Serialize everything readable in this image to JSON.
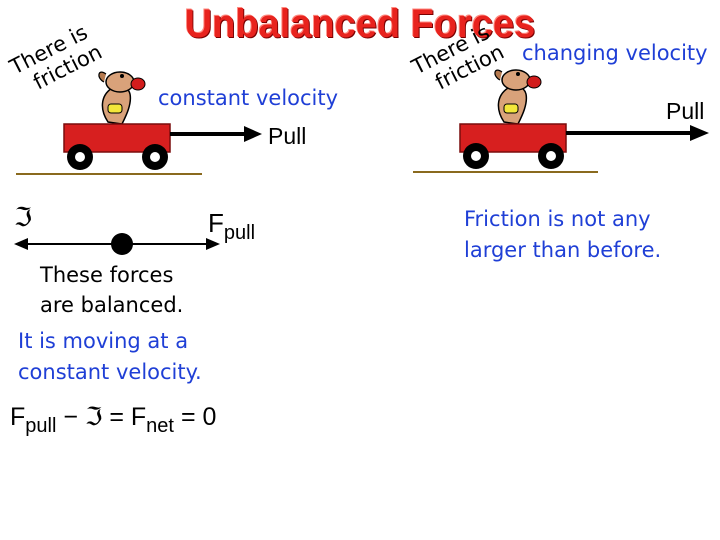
{
  "title": "Unbalanced Forces",
  "left_panel": {
    "friction_note": [
      "There is",
      "friction"
    ],
    "velocity_label": "constant velocity",
    "pull_label": "Pull",
    "friction_symbol": "ℑ",
    "fpull_label": "F",
    "fpull_sub": "pull",
    "balanced_text": [
      "These forces",
      "are balanced."
    ],
    "moving_text": [
      "It is moving at a",
      "constant velocity."
    ],
    "equation": {
      "f": "F",
      "pull_sub": "pull",
      "minus": "−",
      "friction": "ℑ",
      "eq1": "=",
      "fnet": "F",
      "net_sub": "net",
      "eq2": "=",
      "zero": "0"
    }
  },
  "right_panel": {
    "friction_note": [
      "There is",
      "friction"
    ],
    "velocity_label": "changing velocity",
    "pull_label": "Pull",
    "note": [
      "Friction is not any",
      "larger than before."
    ]
  },
  "colors": {
    "title": "#e8231e",
    "wagon": "#d71f1f",
    "text_blue": "#1f3fd6",
    "ground": "#8a6a1e",
    "dog": "#d9a27a"
  }
}
